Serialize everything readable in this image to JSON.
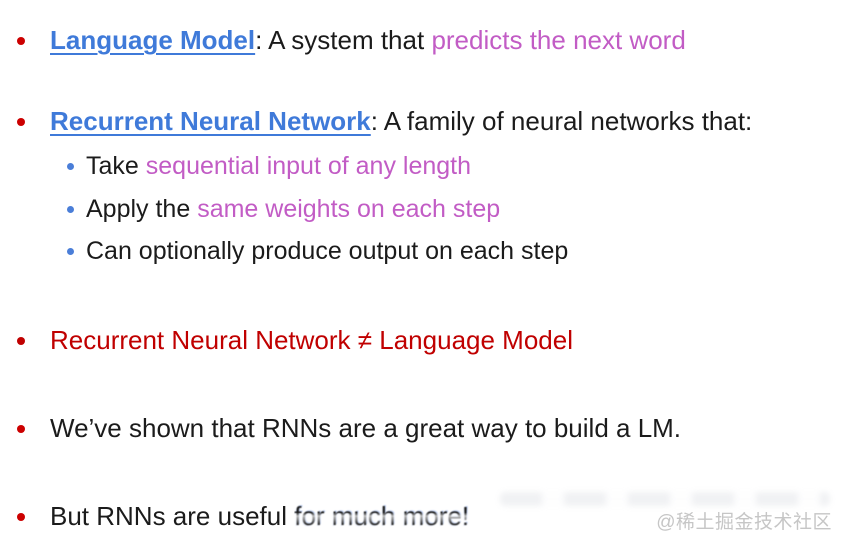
{
  "slide": {
    "background": "#ffffff",
    "colors": {
      "link_blue": "#3f7ad9",
      "highlight_magenta": "#c25cc5",
      "emphasis_red": "#c00000",
      "body_black": "#1b1b1b",
      "sub_bullet_blue": "#4a7ed8",
      "watermark_gray": "#c6c6c6"
    },
    "bullets": {
      "lm": {
        "term": "Language Model",
        "mid": ": A system that ",
        "highlight": "predicts the next word"
      },
      "rnn": {
        "term": "Recurrent Neural Network",
        "rest": ": A family of neural networks that:"
      },
      "rnn_sub1": {
        "pre": "Take ",
        "highlight": "sequential input of any length"
      },
      "rnn_sub2": {
        "pre": "Apply the ",
        "highlight": "same weights on each step"
      },
      "rnn_sub3": {
        "text": "Can optionally produce output on each step"
      },
      "neq": {
        "text": "Recurrent Neural Network ≠ Language Model"
      },
      "shown": {
        "text": "We’ve shown that RNNs are a great way to build a LM."
      },
      "useful": {
        "pre": "But RNNs are useful ",
        "ghost": "for much more!"
      }
    },
    "watermark": "@稀土掘金技术社区"
  }
}
